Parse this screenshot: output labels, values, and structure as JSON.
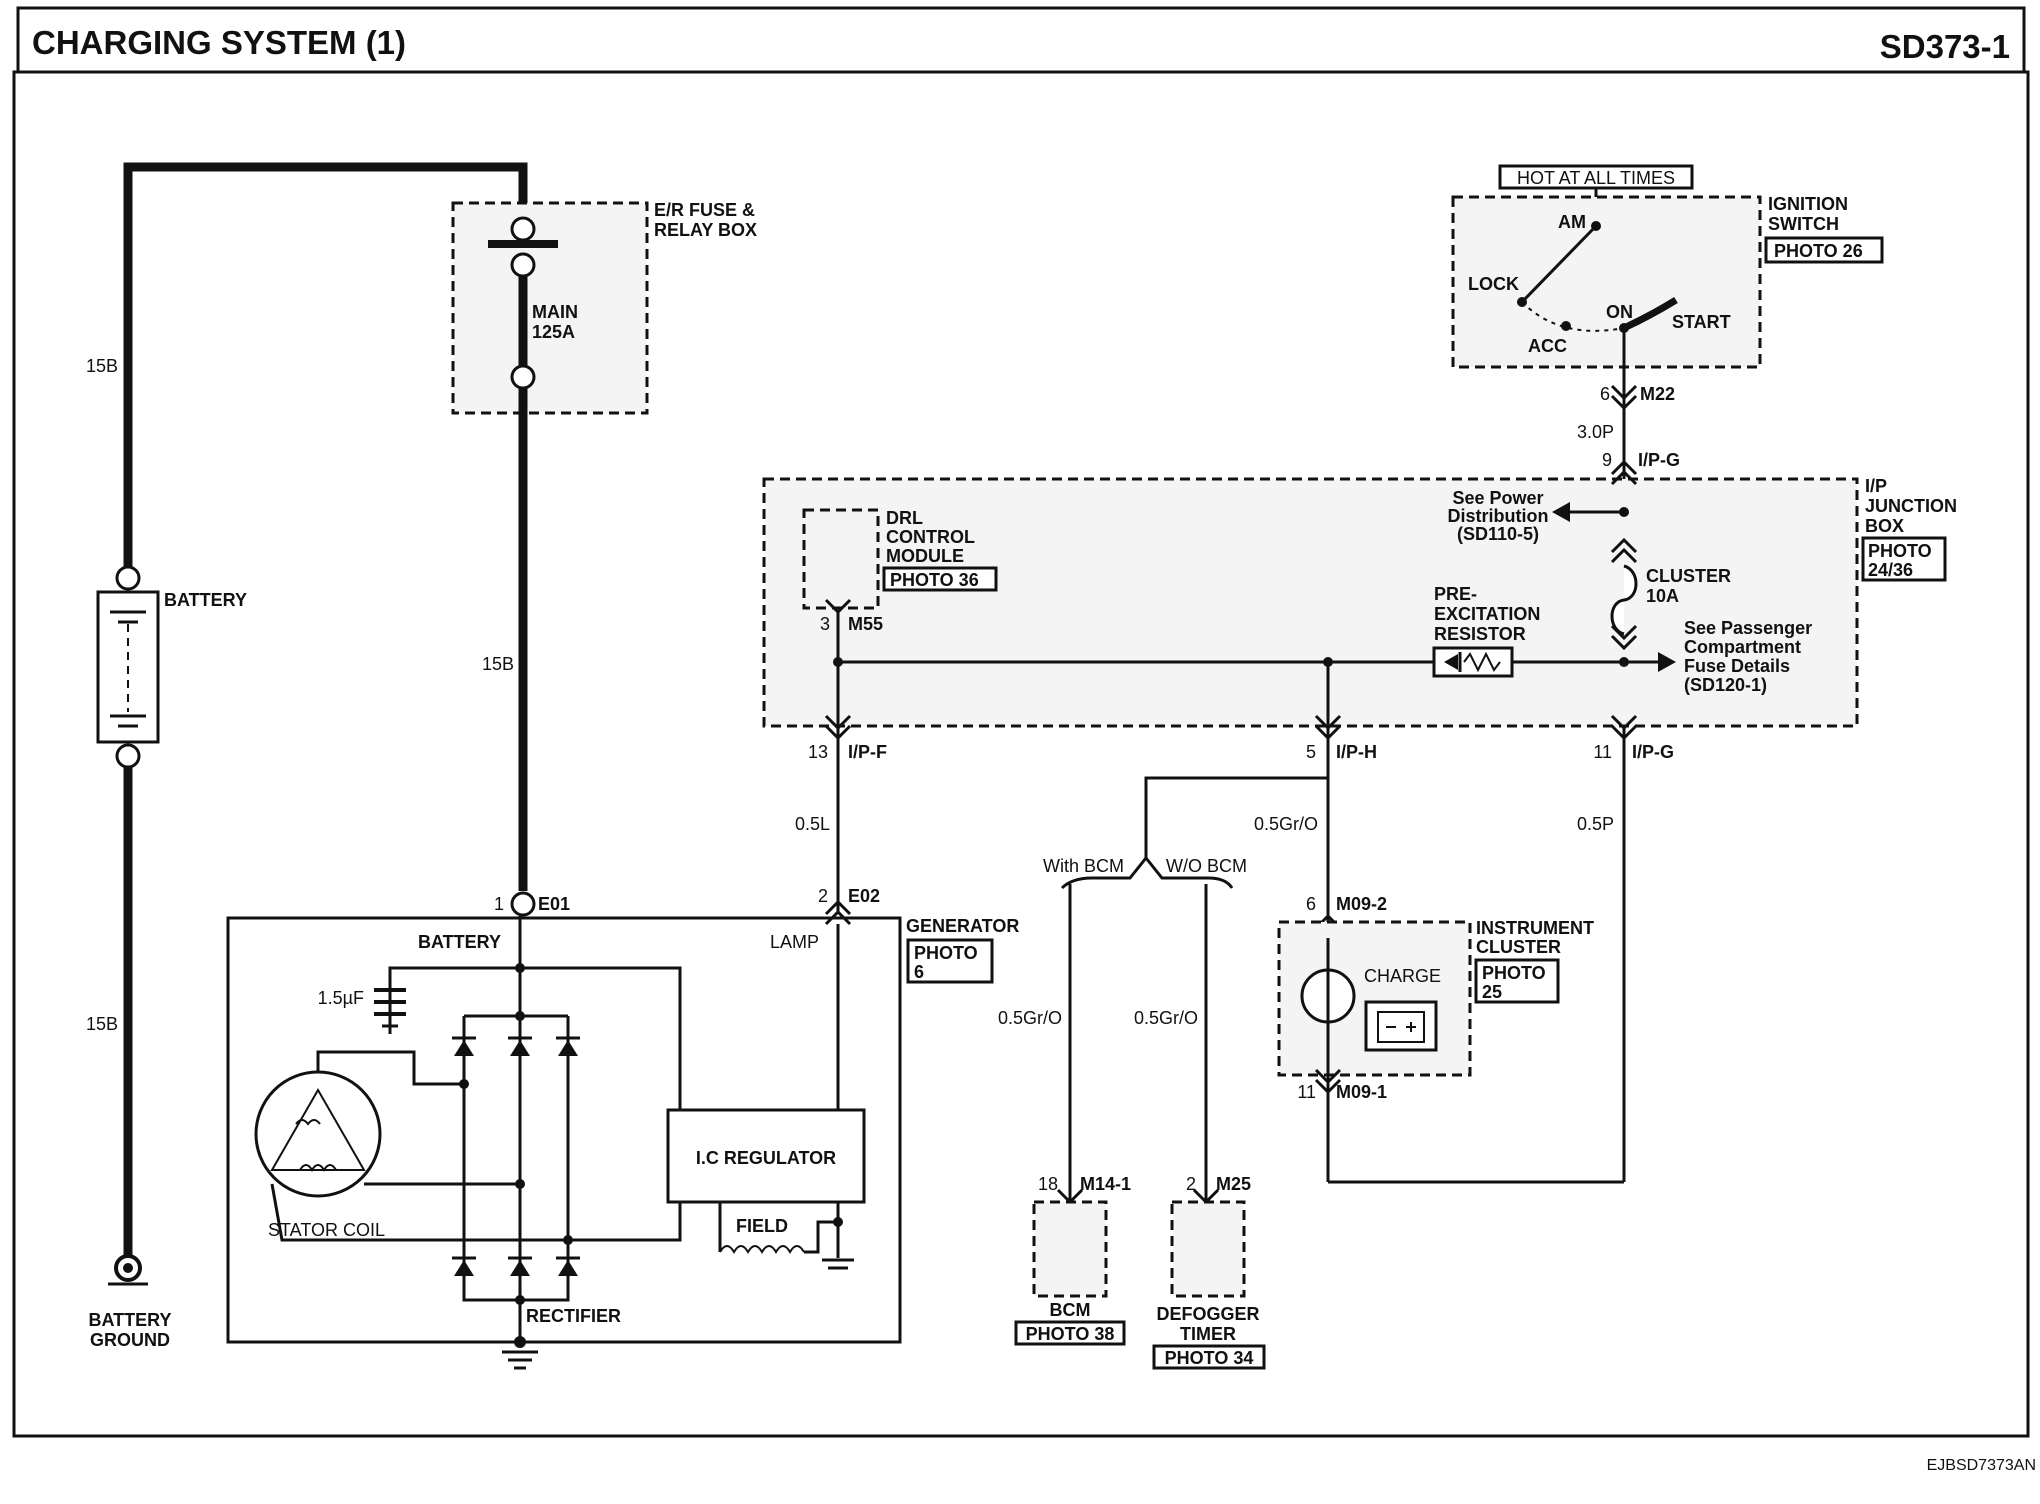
{
  "header": {
    "title": "CHARGING SYSTEM (1)",
    "code": "SD373-1"
  },
  "footer": {
    "code": "EJBSD7373AN"
  },
  "battery": {
    "label": "BATTERY",
    "wire_top": "15B",
    "wire_bottom": "15B",
    "ground_label_1": "BATTERY",
    "ground_label_2": "GROUND"
  },
  "fuse_box": {
    "label_1": "E/R FUSE &",
    "label_2": "RELAY BOX",
    "fuse_1": "MAIN",
    "fuse_2": "125A",
    "wire": "15B"
  },
  "ignition": {
    "hot_label": "HOT AT ALL TIMES",
    "label_1": "IGNITION",
    "label_2": "SWITCH",
    "photo": "PHOTO 26",
    "pos_am": "AM",
    "pos_lock": "LOCK",
    "pos_acc": "ACC",
    "pos_on": "ON",
    "pos_start": "START",
    "pin": "6",
    "conn": "M22",
    "wire": "3.0P"
  },
  "junction": {
    "label_1": "I/P",
    "label_2": "JUNCTION",
    "label_3": "BOX",
    "photo_1": "PHOTO",
    "photo_2": "24/36",
    "top_pin": "9",
    "top_conn": "I/P-G",
    "power_1": "See Power",
    "power_2": "Distribution",
    "power_3": "(SD110-5)",
    "cluster_1": "CLUSTER",
    "cluster_2": "10A",
    "pass_1": "See Passenger",
    "pass_2": "Compartment",
    "pass_3": "Fuse Details",
    "pass_4": "(SD120-1)",
    "resistor_1": "PRE-",
    "resistor_2": "EXCITATION",
    "resistor_3": "RESISTOR"
  },
  "drl": {
    "label_1": "DRL",
    "label_2": "CONTROL",
    "label_3": "MODULE",
    "photo": "PHOTO 36",
    "pin": "3",
    "conn": "M55"
  },
  "connectors": {
    "ipf_pin": "13",
    "ipf": "I/P-F",
    "ipf_wire": "0.5L",
    "iph_pin": "5",
    "iph": "I/P-H",
    "iph_wire": "0.5Gr/O",
    "ipg_pin": "11",
    "ipg": "I/P-G",
    "ipg_wire": "0.5P"
  },
  "generator": {
    "label": "GENERATOR",
    "photo_1": "PHOTO",
    "photo_2": "6",
    "e01_pin": "1",
    "e01": "E01",
    "e02_pin": "2",
    "e02": "E02",
    "battery": "BATTERY",
    "lamp": "LAMP",
    "capacitor": "1.5µF",
    "regulator": "I.C REGULATOR",
    "field": "FIELD",
    "stator": "STATOR COIL",
    "rectifier": "RECTIFIER"
  },
  "branches": {
    "with_bcm": "With BCM",
    "wo_bcm": "W/O BCM",
    "wire_left": "0.5Gr/O",
    "wire_right": "0.5Gr/O"
  },
  "bcm": {
    "pin": "18",
    "conn": "M14-1",
    "label": "BCM",
    "photo": "PHOTO 38"
  },
  "defogger": {
    "pin": "2",
    "conn": "M25",
    "label_1": "DEFOGGER",
    "label_2": "TIMER",
    "photo": "PHOTO 34"
  },
  "cluster": {
    "top_pin": "6",
    "top_conn": "M09-2",
    "label_1": "INSTRUMENT",
    "label_2": "CLUSTER",
    "photo_1": "PHOTO",
    "photo_2": "25",
    "charge": "CHARGE",
    "bottom_pin": "11",
    "bottom_conn": "M09-1"
  }
}
